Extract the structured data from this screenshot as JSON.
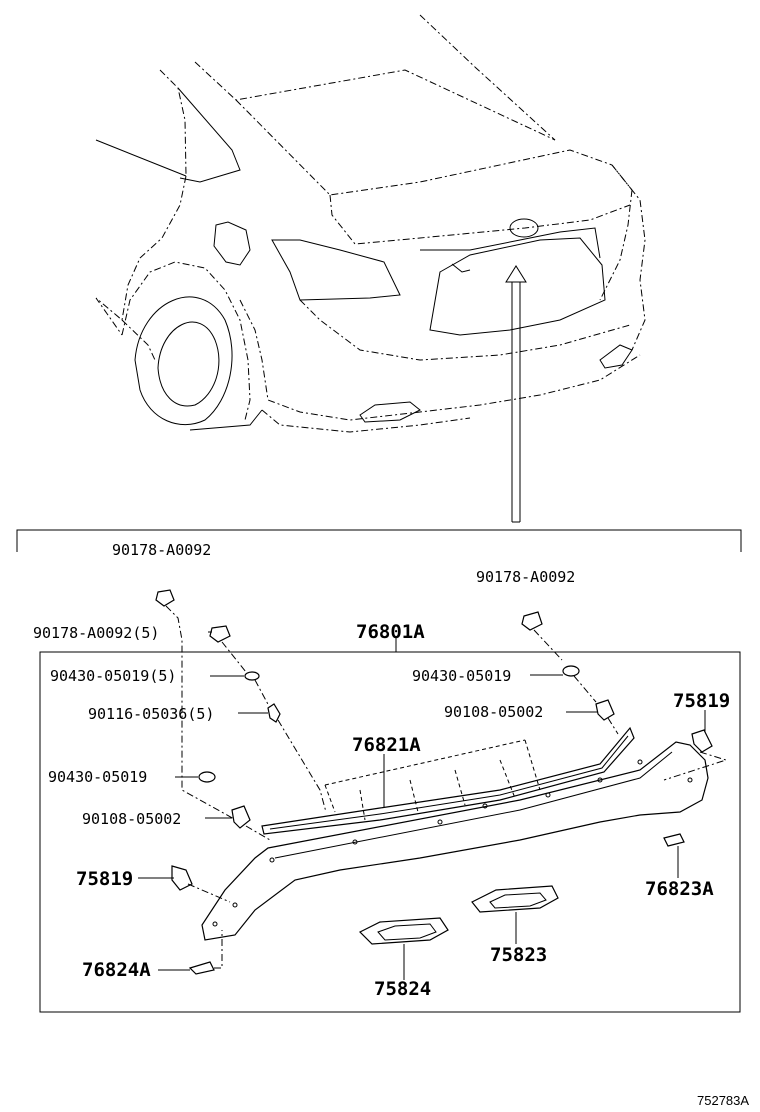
{
  "labels": {
    "clip_top_left": "90178-A0092",
    "clip_top_right": "90178-A0092",
    "clip_left_5": "90178-A0092(5)",
    "assembly": "76801A",
    "washer_left_5": "90430-05019(5)",
    "washer_right": "90430-05019",
    "bolt_left_5": "90116-05036(5)",
    "screw_right": "90108-05002",
    "retainer_right": "75819",
    "moulding": "76821A",
    "washer_left": "90430-05019",
    "screw_left": "90108-05002",
    "retainer_left": "75819",
    "pad_right": "76823A",
    "pad_left": "76824A",
    "cover_right": "75823",
    "cover_left": "75824"
  },
  "footer": {
    "figure_code": "752783A"
  }
}
